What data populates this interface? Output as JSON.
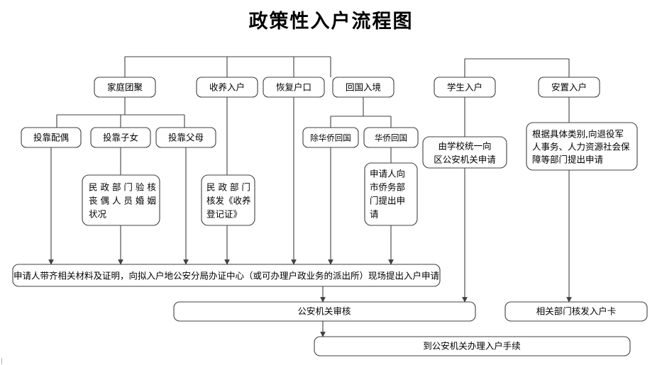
{
  "title": "政策性入户流程图",
  "colors": {
    "stroke": "#404040",
    "box_fill": "#ffffff",
    "text": "#000000",
    "background": "#ffffff"
  },
  "nodes": {
    "family_reunion": "家庭团聚",
    "adoption": "收养入户",
    "restore_hukou": "恢复户口",
    "return_entry": "回国入境",
    "student": "学生入户",
    "resettlement": "安置入户",
    "spouse": "投靠配偶",
    "children": "投靠子女",
    "parents": "投靠父母",
    "non_overseas_return": "除华侨回国",
    "overseas_return": "华侨回国",
    "civil_affairs_verify": [
      "民 政 部 门 验 核",
      "丧 偶 人 员 婚 姻",
      "状况"
    ],
    "civil_affairs_issue": [
      "民 政 部 门",
      "核发《收养",
      "登记证》"
    ],
    "overseas_apply": [
      "申请人向",
      "市侨务部",
      "门提出申",
      "请"
    ],
    "school_apply": [
      "由学校统一向",
      "区公安机关申请"
    ],
    "veteran_apply": [
      "根据具体类别,向退役军",
      "人事务、人力资源社会保",
      "障等部门提出申请"
    ],
    "onsite_apply": "申请人带齐相关材料及证明，向拟入户地公安分局办证中心（或可办理户政业务的派出所）现场提出入户申请",
    "police_review": "公安机关审核",
    "issue_card": "相关部门核发入户卡",
    "final_step": "到公安机关办理入户手续"
  }
}
